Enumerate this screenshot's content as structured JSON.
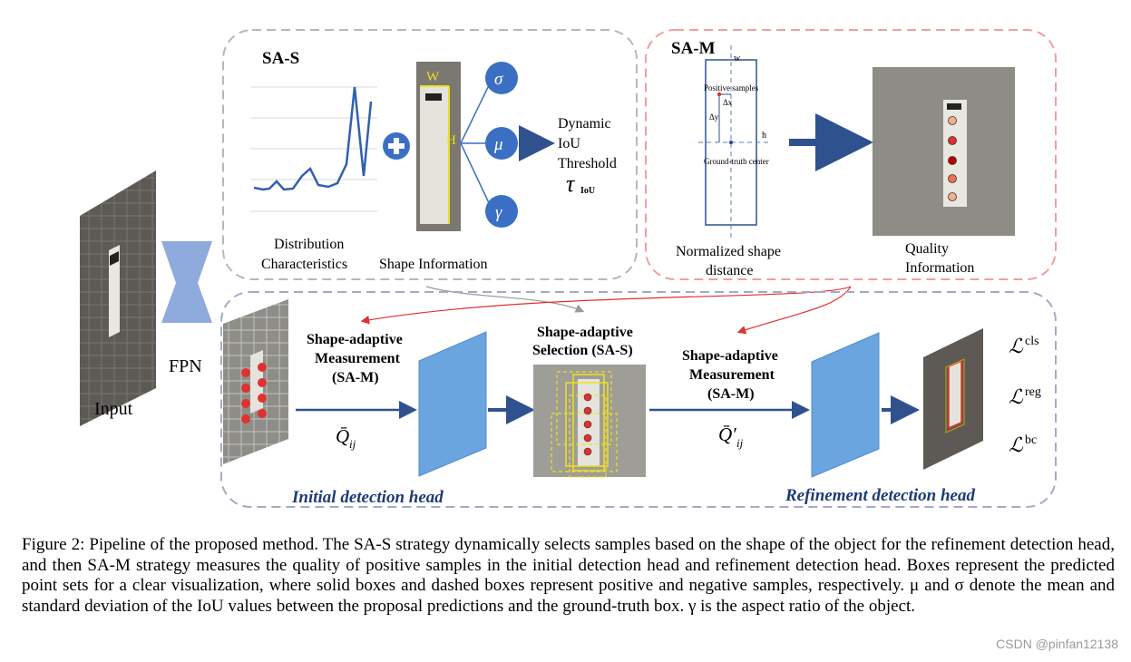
{
  "figure": {
    "input_label": "Input",
    "fpn_label": "FPN",
    "sa_s": {
      "title": "SA-S",
      "dist_label_1": "Distribution",
      "dist_label_2": "Characteristics",
      "shape_label": "Shape Information",
      "w": "W",
      "h": "H",
      "sigma": "σ",
      "mu": "μ",
      "gamma": "γ",
      "dynamic_1": "Dynamic",
      "dynamic_2": "IoU",
      "dynamic_3": "Threshold",
      "tau": "τ",
      "tau_sub": "IoU",
      "plus": "+"
    },
    "sa_m": {
      "title": "SA-M",
      "w": "w",
      "h": "h",
      "positive": "Positive samples",
      "dx": "Δx",
      "dy": "Δy",
      "gt_center": "Ground-truth center",
      "norm_1": "Normalized shape",
      "norm_2": "distance",
      "quality_1": "Quality",
      "quality_2": "Information"
    },
    "bottom": {
      "m1_1": "Shape-adaptive",
      "m1_2": "Measurement",
      "m1_3": "(SA-M)",
      "q1": "Q̄",
      "q1_sub": "ij",
      "sel_1": "Shape-adaptive",
      "sel_2": "Selection (SA-S)",
      "m2_1": "Shape-adaptive",
      "m2_2": "Measurement",
      "m2_3": "(SA-M)",
      "q2": "Q̄′",
      "q2_sub": "ij",
      "initial_head": "Initial detection head",
      "refine_head": "Refinement  detection head",
      "l1": "ℒ",
      "l1_sup": "cls",
      "l2": "ℒ",
      "l2_sup": "reg",
      "l3": "ℒ",
      "l3_sup": "bc"
    }
  },
  "caption": "Figure 2: Pipeline of the proposed method. The SA-S strategy dynamically selects samples based on the shape of the object for the refinement detection head, and then SA-M strategy measures the quality of positive samples in the initial detection head and refinement detection head. Boxes represent the predicted point sets for a clear visualization, where solid boxes and dashed boxes represent positive and negative samples, respectively. μ and σ denote the mean and standard deviation of the IoU values between the proposal predictions and the ground-truth box. γ is the aspect ratio of the object.",
  "watermark": "CSDN @pinfan12138",
  "colors": {
    "arrow_blue": "#2f528f",
    "node_blue": "#3a6fc4",
    "panel_blue": "#5b9bd5",
    "red": "#e03030",
    "dashed_gray": "#b8b8b8",
    "dashed_pink": "#f0a0a0",
    "dashed_blue": "#a0acc8"
  }
}
